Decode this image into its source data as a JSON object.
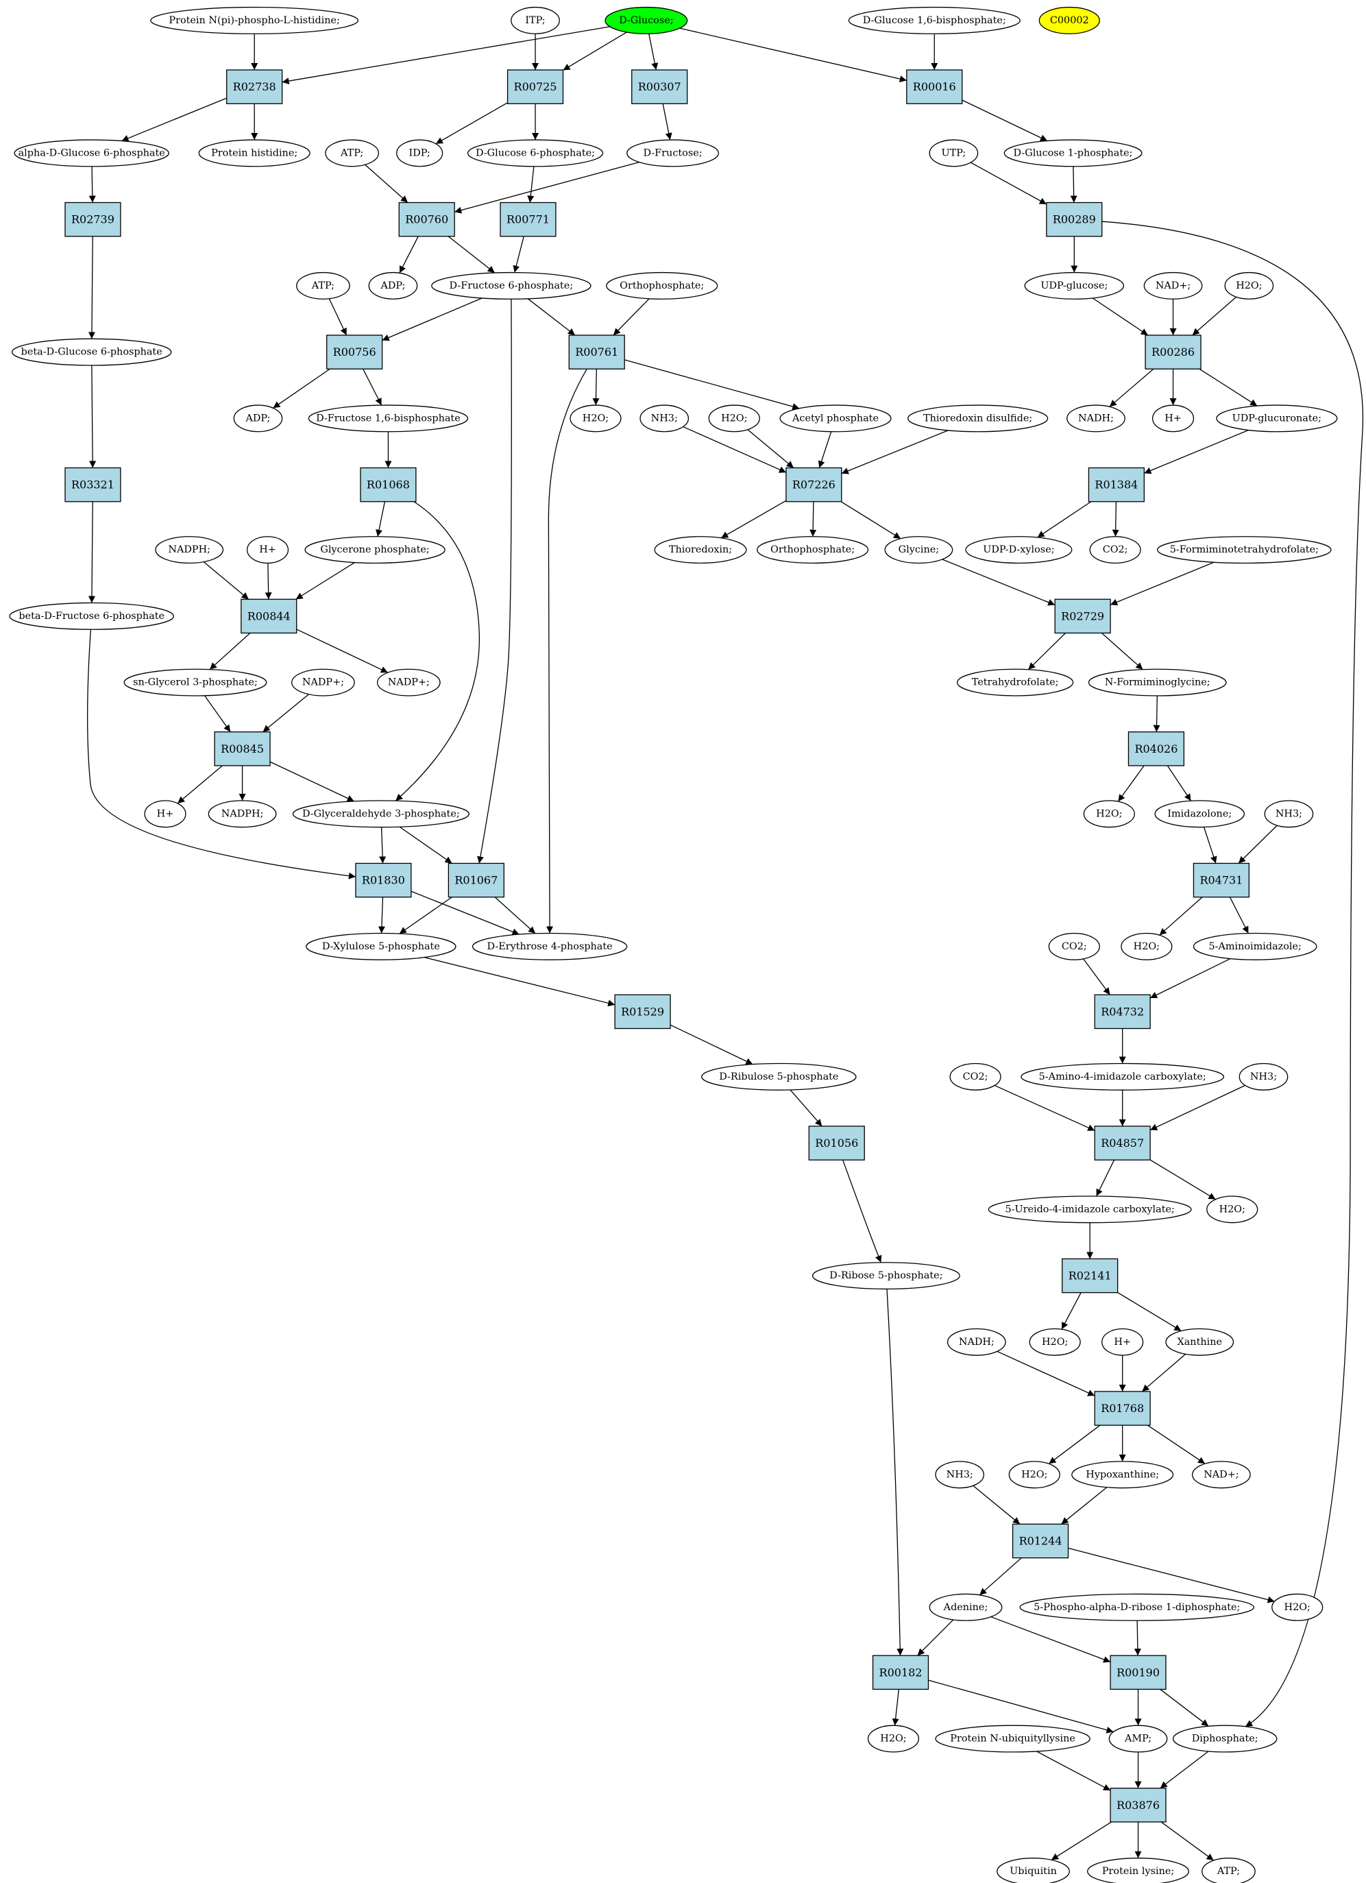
{
  "colors": {
    "reaction_fill": "#add8e6",
    "start_compound_fill": "#00ff00",
    "highlight_compound_fill": "#ffff00",
    "compound_fill": "#ffffff",
    "stroke": "#000000"
  },
  "nodes": [
    {
      "id": "c_protein_npi",
      "label": "Protein N(pi)-phospho-L-histidine;",
      "kind": "compound"
    },
    {
      "id": "c_itp",
      "label": "ITP;",
      "kind": "compound"
    },
    {
      "id": "c_dglucose",
      "label": "D-Glucose;",
      "kind": "compound",
      "fill": "start"
    },
    {
      "id": "c_dg16bp",
      "label": "D-Glucose 1,6-bisphosphate;",
      "kind": "compound"
    },
    {
      "id": "c_c00002",
      "label": "C00002",
      "kind": "compound",
      "fill": "highlight"
    },
    {
      "id": "r_R02738",
      "label": "R02738",
      "kind": "reaction"
    },
    {
      "id": "r_R00725",
      "label": "R00725",
      "kind": "reaction"
    },
    {
      "id": "r_R00307",
      "label": "R00307",
      "kind": "reaction"
    },
    {
      "id": "r_R00016",
      "label": "R00016",
      "kind": "reaction"
    },
    {
      "id": "c_adg6p",
      "label": "alpha-D-Glucose 6-phosphate",
      "kind": "compound"
    },
    {
      "id": "c_prothis",
      "label": "Protein histidine;",
      "kind": "compound"
    },
    {
      "id": "c_atp1",
      "label": "ATP;",
      "kind": "compound"
    },
    {
      "id": "c_idp",
      "label": "IDP;",
      "kind": "compound"
    },
    {
      "id": "c_dg6p",
      "label": "D-Glucose 6-phosphate;",
      "kind": "compound"
    },
    {
      "id": "c_dfru",
      "label": "D-Fructose;",
      "kind": "compound"
    },
    {
      "id": "c_utp",
      "label": "UTP;",
      "kind": "compound"
    },
    {
      "id": "c_dg1p",
      "label": "D-Glucose 1-phosphate;",
      "kind": "compound"
    },
    {
      "id": "r_R02739",
      "label": "R02739",
      "kind": "reaction"
    },
    {
      "id": "r_R00760",
      "label": "R00760",
      "kind": "reaction"
    },
    {
      "id": "r_R00771",
      "label": "R00771",
      "kind": "reaction"
    },
    {
      "id": "r_R00289",
      "label": "R00289",
      "kind": "reaction"
    },
    {
      "id": "c_atp2",
      "label": "ATP;",
      "kind": "compound"
    },
    {
      "id": "c_adp1",
      "label": "ADP;",
      "kind": "compound"
    },
    {
      "id": "c_df6p",
      "label": "D-Fructose 6-phosphate;",
      "kind": "compound"
    },
    {
      "id": "c_orthop1",
      "label": "Orthophosphate;",
      "kind": "compound"
    },
    {
      "id": "c_udpglc",
      "label": "UDP-glucose;",
      "kind": "compound"
    },
    {
      "id": "c_nadp_top",
      "label": "NAD+;",
      "kind": "compound"
    },
    {
      "id": "c_h2o_top",
      "label": "H2O;",
      "kind": "compound"
    },
    {
      "id": "c_bdg6p",
      "label": "beta-D-Glucose 6-phosphate",
      "kind": "compound"
    },
    {
      "id": "r_R00756",
      "label": "R00756",
      "kind": "reaction"
    },
    {
      "id": "r_R00761",
      "label": "R00761",
      "kind": "reaction"
    },
    {
      "id": "r_R00286",
      "label": "R00286",
      "kind": "reaction"
    },
    {
      "id": "c_adp2",
      "label": "ADP;",
      "kind": "compound"
    },
    {
      "id": "c_df16bp",
      "label": "D-Fructose 1,6-bisphosphate",
      "kind": "compound"
    },
    {
      "id": "c_h2o_a",
      "label": "H2O;",
      "kind": "compound"
    },
    {
      "id": "c_nh3_a",
      "label": "NH3;",
      "kind": "compound"
    },
    {
      "id": "c_h2o_b",
      "label": "H2O;",
      "kind": "compound"
    },
    {
      "id": "c_acetylp",
      "label": "Acetyl phosphate",
      "kind": "compound"
    },
    {
      "id": "c_trxdis",
      "label": "Thioredoxin disulfide;",
      "kind": "compound"
    },
    {
      "id": "c_nadh1",
      "label": "NADH;",
      "kind": "compound"
    },
    {
      "id": "c_hplus1",
      "label": "H+",
      "kind": "compound"
    },
    {
      "id": "c_udpgluc",
      "label": "UDP-glucuronate;",
      "kind": "compound"
    },
    {
      "id": "r_R03321",
      "label": "R03321",
      "kind": "reaction"
    },
    {
      "id": "r_R01068",
      "label": "R01068",
      "kind": "reaction"
    },
    {
      "id": "r_R07226",
      "label": "R07226",
      "kind": "reaction"
    },
    {
      "id": "r_R01384",
      "label": "R01384",
      "kind": "reaction"
    },
    {
      "id": "c_nadph1",
      "label": "NADPH;",
      "kind": "compound"
    },
    {
      "id": "c_hplus2",
      "label": "H+",
      "kind": "compound"
    },
    {
      "id": "c_glyp",
      "label": "Glycerone phosphate;",
      "kind": "compound"
    },
    {
      "id": "c_trx",
      "label": "Thioredoxin;",
      "kind": "compound"
    },
    {
      "id": "c_orthop2",
      "label": "Orthophosphate;",
      "kind": "compound"
    },
    {
      "id": "c_glycine",
      "label": "Glycine;",
      "kind": "compound"
    },
    {
      "id": "c_udpxyl",
      "label": "UDP-D-xylose;",
      "kind": "compound"
    },
    {
      "id": "c_co2_a",
      "label": "CO2;",
      "kind": "compound"
    },
    {
      "id": "c_5fthf",
      "label": "5-Formiminotetrahydrofolate;",
      "kind": "compound"
    },
    {
      "id": "c_bdf6p",
      "label": "beta-D-Fructose 6-phosphate",
      "kind": "compound"
    },
    {
      "id": "r_R00844",
      "label": "R00844",
      "kind": "reaction"
    },
    {
      "id": "r_R02729",
      "label": "R02729",
      "kind": "reaction"
    },
    {
      "id": "c_snglyc3p",
      "label": "sn-Glycerol 3-phosphate;",
      "kind": "compound"
    },
    {
      "id": "c_nadpplus1",
      "label": "NADP+;",
      "kind": "compound"
    },
    {
      "id": "c_nadpplus2",
      "label": "NADP+;",
      "kind": "compound"
    },
    {
      "id": "c_thf",
      "label": "Tetrahydrofolate;",
      "kind": "compound"
    },
    {
      "id": "c_nfgly",
      "label": "N-Formiminoglycine;",
      "kind": "compound"
    },
    {
      "id": "r_R00845",
      "label": "R00845",
      "kind": "reaction"
    },
    {
      "id": "r_R04026",
      "label": "R04026",
      "kind": "reaction"
    },
    {
      "id": "c_hplus3",
      "label": "H+",
      "kind": "compound"
    },
    {
      "id": "c_nadph2",
      "label": "NADPH;",
      "kind": "compound"
    },
    {
      "id": "c_dga3p",
      "label": "D-Glyceraldehyde 3-phosphate;",
      "kind": "compound"
    },
    {
      "id": "c_h2o_c",
      "label": "H2O;",
      "kind": "compound"
    },
    {
      "id": "c_imidazolone",
      "label": "Imidazolone;",
      "kind": "compound"
    },
    {
      "id": "c_nh3_b",
      "label": "NH3;",
      "kind": "compound"
    },
    {
      "id": "r_R01830",
      "label": "R01830",
      "kind": "reaction"
    },
    {
      "id": "r_R01067",
      "label": "R01067",
      "kind": "reaction"
    },
    {
      "id": "r_R04731",
      "label": "R04731",
      "kind": "reaction"
    },
    {
      "id": "c_co2_b",
      "label": "CO2;",
      "kind": "compound"
    },
    {
      "id": "c_dxyl5p",
      "label": "D-Xylulose 5-phosphate",
      "kind": "compound"
    },
    {
      "id": "c_de4p",
      "label": "D-Erythrose 4-phosphate",
      "kind": "compound"
    },
    {
      "id": "c_h2o_d",
      "label": "H2O;",
      "kind": "compound"
    },
    {
      "id": "c_5aimid",
      "label": "5-Aminoimidazole;",
      "kind": "compound"
    },
    {
      "id": "r_R01529",
      "label": "R01529",
      "kind": "reaction"
    },
    {
      "id": "r_R04732",
      "label": "R04732",
      "kind": "reaction"
    },
    {
      "id": "c_dribu5p",
      "label": "D-Ribulose 5-phosphate",
      "kind": "compound"
    },
    {
      "id": "c_co2_c",
      "label": "CO2;",
      "kind": "compound"
    },
    {
      "id": "c_5a4ic",
      "label": "5-Amino-4-imidazole carboxylate;",
      "kind": "compound"
    },
    {
      "id": "c_nh3_c",
      "label": "NH3;",
      "kind": "compound"
    },
    {
      "id": "r_R01056",
      "label": "R01056",
      "kind": "reaction"
    },
    {
      "id": "r_R04857",
      "label": "R04857",
      "kind": "reaction"
    },
    {
      "id": "c_5u4ic",
      "label": "5-Ureido-4-imidazole carboxylate;",
      "kind": "compound"
    },
    {
      "id": "c_h2o_e",
      "label": "H2O;",
      "kind": "compound"
    },
    {
      "id": "c_drib5p",
      "label": "D-Ribose 5-phosphate;",
      "kind": "compound"
    },
    {
      "id": "r_R02141",
      "label": "R02141",
      "kind": "reaction"
    },
    {
      "id": "c_nadh2",
      "label": "NADH;",
      "kind": "compound"
    },
    {
      "id": "c_h2o_f",
      "label": "H2O;",
      "kind": "compound"
    },
    {
      "id": "c_hplus4",
      "label": "H+",
      "kind": "compound"
    },
    {
      "id": "c_xanthine",
      "label": "Xanthine",
      "kind": "compound"
    },
    {
      "id": "r_R01768",
      "label": "R01768",
      "kind": "reaction"
    },
    {
      "id": "c_nh3_d",
      "label": "NH3;",
      "kind": "compound"
    },
    {
      "id": "c_h2o_g",
      "label": "H2O;",
      "kind": "compound"
    },
    {
      "id": "c_hypox",
      "label": "Hypoxanthine;",
      "kind": "compound"
    },
    {
      "id": "c_nadplus",
      "label": "NAD+;",
      "kind": "compound"
    },
    {
      "id": "r_R01244",
      "label": "R01244",
      "kind": "reaction"
    },
    {
      "id": "c_adenine",
      "label": "Adenine;",
      "kind": "compound"
    },
    {
      "id": "c_prpp",
      "label": "5-Phospho-alpha-D-ribose 1-diphosphate;",
      "kind": "compound"
    },
    {
      "id": "c_h2o_h",
      "label": "H2O;",
      "kind": "compound"
    },
    {
      "id": "r_R00182",
      "label": "R00182",
      "kind": "reaction"
    },
    {
      "id": "r_R00190",
      "label": "R00190",
      "kind": "reaction"
    },
    {
      "id": "c_h2o_i",
      "label": "H2O;",
      "kind": "compound"
    },
    {
      "id": "c_protubq",
      "label": "Protein N-ubiquityllysine",
      "kind": "compound"
    },
    {
      "id": "c_amp",
      "label": "AMP;",
      "kind": "compound"
    },
    {
      "id": "c_diphos",
      "label": "Diphosphate;",
      "kind": "compound"
    },
    {
      "id": "r_R03876",
      "label": "R03876",
      "kind": "reaction"
    },
    {
      "id": "c_ubiquitin",
      "label": "Ubiquitin",
      "kind": "compound"
    },
    {
      "id": "c_protlys",
      "label": "Protein lysine;",
      "kind": "compound"
    },
    {
      "id": "c_atp3",
      "label": "ATP;",
      "kind": "compound"
    }
  ],
  "edges": [
    [
      "c_protein_npi",
      "r_R02738"
    ],
    [
      "c_dglucose",
      "r_R02738"
    ],
    [
      "r_R02738",
      "c_adg6p"
    ],
    [
      "r_R02738",
      "c_prothis"
    ],
    [
      "c_itp",
      "r_R00725"
    ],
    [
      "c_dglucose",
      "r_R00725"
    ],
    [
      "r_R00725",
      "c_idp"
    ],
    [
      "r_R00725",
      "c_dg6p"
    ],
    [
      "c_dglucose",
      "r_R00307"
    ],
    [
      "r_R00307",
      "c_dfru"
    ],
    [
      "c_dglucose",
      "r_R00016"
    ],
    [
      "c_dg16bp",
      "r_R00016"
    ],
    [
      "r_R00016",
      "c_dg1p"
    ],
    [
      "c_adg6p",
      "r_R02739"
    ],
    [
      "r_R02739",
      "c_bdg6p"
    ],
    [
      "c_atp1",
      "r_R00760"
    ],
    [
      "c_dfru",
      "r_R00760"
    ],
    [
      "r_R00760",
      "c_adp1"
    ],
    [
      "r_R00760",
      "c_df6p"
    ],
    [
      "c_dg6p",
      "r_R00771"
    ],
    [
      "r_R00771",
      "c_df6p"
    ],
    [
      "c_utp",
      "r_R00289"
    ],
    [
      "c_dg1p",
      "r_R00289"
    ],
    [
      "r_R00289",
      "c_udpglc"
    ],
    [
      "r_R00289",
      "c_diphos"
    ],
    [
      "c_atp2",
      "r_R00756"
    ],
    [
      "c_df6p",
      "r_R00756"
    ],
    [
      "r_R00756",
      "c_adp2"
    ],
    [
      "r_R00756",
      "c_df16bp"
    ],
    [
      "c_df6p",
      "r_R00761"
    ],
    [
      "c_orthop1",
      "r_R00761"
    ],
    [
      "r_R00761",
      "c_h2o_a"
    ],
    [
      "r_R00761",
      "c_acetylp"
    ],
    [
      "r_R00761",
      "c_de4p"
    ],
    [
      "c_df6p",
      "r_R01067"
    ],
    [
      "c_udpglc",
      "r_R00286"
    ],
    [
      "c_nadp_top",
      "r_R00286"
    ],
    [
      "c_h2o_top",
      "r_R00286"
    ],
    [
      "r_R00286",
      "c_nadh1"
    ],
    [
      "r_R00286",
      "c_hplus1"
    ],
    [
      "r_R00286",
      "c_udpgluc"
    ],
    [
      "c_bdg6p",
      "r_R03321"
    ],
    [
      "r_R03321",
      "c_bdf6p"
    ],
    [
      "c_df16bp",
      "r_R01068"
    ],
    [
      "r_R01068",
      "c_glyp"
    ],
    [
      "r_R01068",
      "c_dga3p"
    ],
    [
      "c_nh3_a",
      "r_R07226"
    ],
    [
      "c_h2o_b",
      "r_R07226"
    ],
    [
      "c_acetylp",
      "r_R07226"
    ],
    [
      "c_trxdis",
      "r_R07226"
    ],
    [
      "r_R07226",
      "c_trx"
    ],
    [
      "r_R07226",
      "c_orthop2"
    ],
    [
      "r_R07226",
      "c_glycine"
    ],
    [
      "c_udpgluc",
      "r_R01384"
    ],
    [
      "r_R01384",
      "c_udpxyl"
    ],
    [
      "r_R01384",
      "c_co2_a"
    ],
    [
      "c_nadph1",
      "r_R00844"
    ],
    [
      "c_hplus2",
      "r_R00844"
    ],
    [
      "c_glyp",
      "r_R00844"
    ],
    [
      "r_R00844",
      "c_snglyc3p"
    ],
    [
      "r_R00844",
      "c_nadpplus2"
    ],
    [
      "c_glycine",
      "r_R02729"
    ],
    [
      "c_5fthf",
      "r_R02729"
    ],
    [
      "r_R02729",
      "c_thf"
    ],
    [
      "r_R02729",
      "c_nfgly"
    ],
    [
      "c_snglyc3p",
      "r_R00845"
    ],
    [
      "c_nadpplus1",
      "r_R00845"
    ],
    [
      "r_R00845",
      "c_hplus3"
    ],
    [
      "r_R00845",
      "c_nadph2"
    ],
    [
      "r_R00845",
      "c_dga3p"
    ],
    [
      "c_nfgly",
      "r_R04026"
    ],
    [
      "r_R04026",
      "c_h2o_c"
    ],
    [
      "r_R04026",
      "c_imidazolone"
    ],
    [
      "c_bdf6p",
      "r_R01830"
    ],
    [
      "c_dga3p",
      "r_R01830"
    ],
    [
      "c_dga3p",
      "r_R01067"
    ],
    [
      "r_R01830",
      "c_dxyl5p"
    ],
    [
      "r_R01830",
      "c_de4p"
    ],
    [
      "r_R01067",
      "c_dxyl5p"
    ],
    [
      "r_R01067",
      "c_de4p"
    ],
    [
      "c_imidazolone",
      "r_R04731"
    ],
    [
      "c_nh3_b",
      "r_R04731"
    ],
    [
      "r_R04731",
      "c_h2o_d"
    ],
    [
      "r_R04731",
      "c_5aimid"
    ],
    [
      "c_dxyl5p",
      "r_R01529"
    ],
    [
      "r_R01529",
      "c_dribu5p"
    ],
    [
      "c_co2_b",
      "r_R04732"
    ],
    [
      "c_5aimid",
      "r_R04732"
    ],
    [
      "r_R04732",
      "c_5a4ic"
    ],
    [
      "c_dribu5p",
      "r_R01056"
    ],
    [
      "r_R01056",
      "c_drib5p"
    ],
    [
      "c_co2_c",
      "r_R04857"
    ],
    [
      "c_5a4ic",
      "r_R04857"
    ],
    [
      "c_nh3_c",
      "r_R04857"
    ],
    [
      "r_R04857",
      "c_5u4ic"
    ],
    [
      "r_R04857",
      "c_h2o_e"
    ],
    [
      "c_5u4ic",
      "r_R02141"
    ],
    [
      "r_R02141",
      "c_h2o_f"
    ],
    [
      "r_R02141",
      "c_xanthine"
    ],
    [
      "c_nadh2",
      "r_R01768"
    ],
    [
      "c_hplus4",
      "r_R01768"
    ],
    [
      "c_xanthine",
      "r_R01768"
    ],
    [
      "r_R01768",
      "c_h2o_g"
    ],
    [
      "r_R01768",
      "c_hypox"
    ],
    [
      "r_R01768",
      "c_nadplus"
    ],
    [
      "c_nh3_d",
      "r_R01244"
    ],
    [
      "c_hypox",
      "r_R01244"
    ],
    [
      "r_R01244",
      "c_adenine"
    ],
    [
      "r_R01244",
      "c_h2o_h"
    ],
    [
      "c_drib5p",
      "r_R00182"
    ],
    [
      "c_adenine",
      "r_R00182"
    ],
    [
      "r_R00182",
      "c_h2o_i"
    ],
    [
      "r_R00182",
      "c_amp"
    ],
    [
      "c_adenine",
      "r_R00190"
    ],
    [
      "c_prpp",
      "r_R00190"
    ],
    [
      "r_R00190",
      "c_amp"
    ],
    [
      "r_R00190",
      "c_diphos"
    ],
    [
      "c_protubq",
      "r_R03876"
    ],
    [
      "c_amp",
      "r_R03876"
    ],
    [
      "c_diphos",
      "r_R03876"
    ],
    [
      "r_R03876",
      "c_ubiquitin"
    ],
    [
      "r_R03876",
      "c_protlys"
    ],
    [
      "r_R03876",
      "c_atp3"
    ]
  ]
}
